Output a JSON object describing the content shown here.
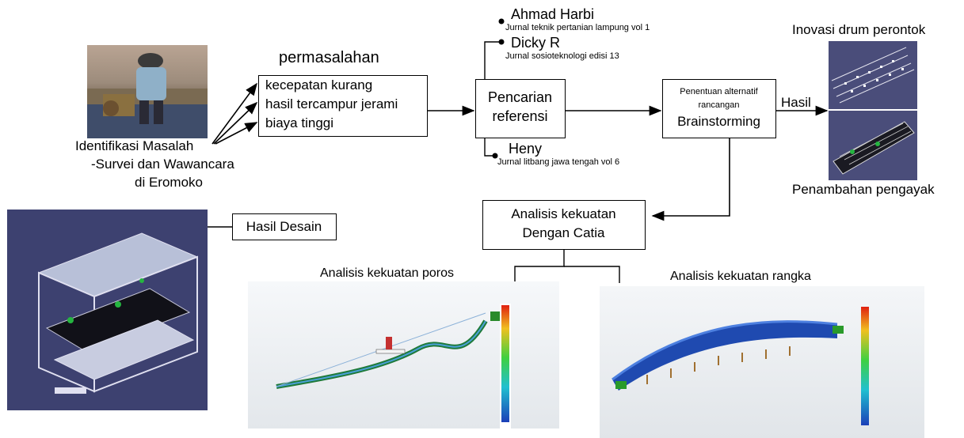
{
  "identification": {
    "line1": "Identifikasi Masalah",
    "line2": "-Survei dan Wawancara",
    "line3": "di Eromoko"
  },
  "problems": {
    "title": "permasalahan",
    "items": [
      "kecepatan kurang",
      "hasil tercampur jerami",
      "biaya tinggi"
    ]
  },
  "references": {
    "box_line1": "Pencarian",
    "box_line2": "referensi",
    "authors": [
      {
        "name": "Ahmad Harbi",
        "source": "Jurnal teknik pertanian lampung vol 1"
      },
      {
        "name": "Dicky R",
        "source": "Jurnal sosioteknologi edisi 13"
      },
      {
        "name": "Heny",
        "source": "Jurnal litbang jawa tengah vol 6"
      }
    ]
  },
  "alternatives": {
    "line1": "Penentuan alternatif",
    "line2": "rancangan",
    "line3": "Brainstorming"
  },
  "result": {
    "label": "Hasil",
    "top_caption": "Inovasi drum perontok",
    "bottom_caption": "Penambahan pengayak"
  },
  "analysis": {
    "box_line1": "Analisis kekuatan",
    "box_line2": "Dengan Catia",
    "shaft_caption": "Analisis kekuatan poros",
    "frame_caption": "Analisis kekuatan rangka"
  },
  "design": {
    "label": "Hasil Desain"
  },
  "colors": {
    "cad_background": "#3d4170",
    "render_background": "#e9ecef",
    "stress_blue": "#1b3fb8",
    "stress_red": "#e02010"
  }
}
